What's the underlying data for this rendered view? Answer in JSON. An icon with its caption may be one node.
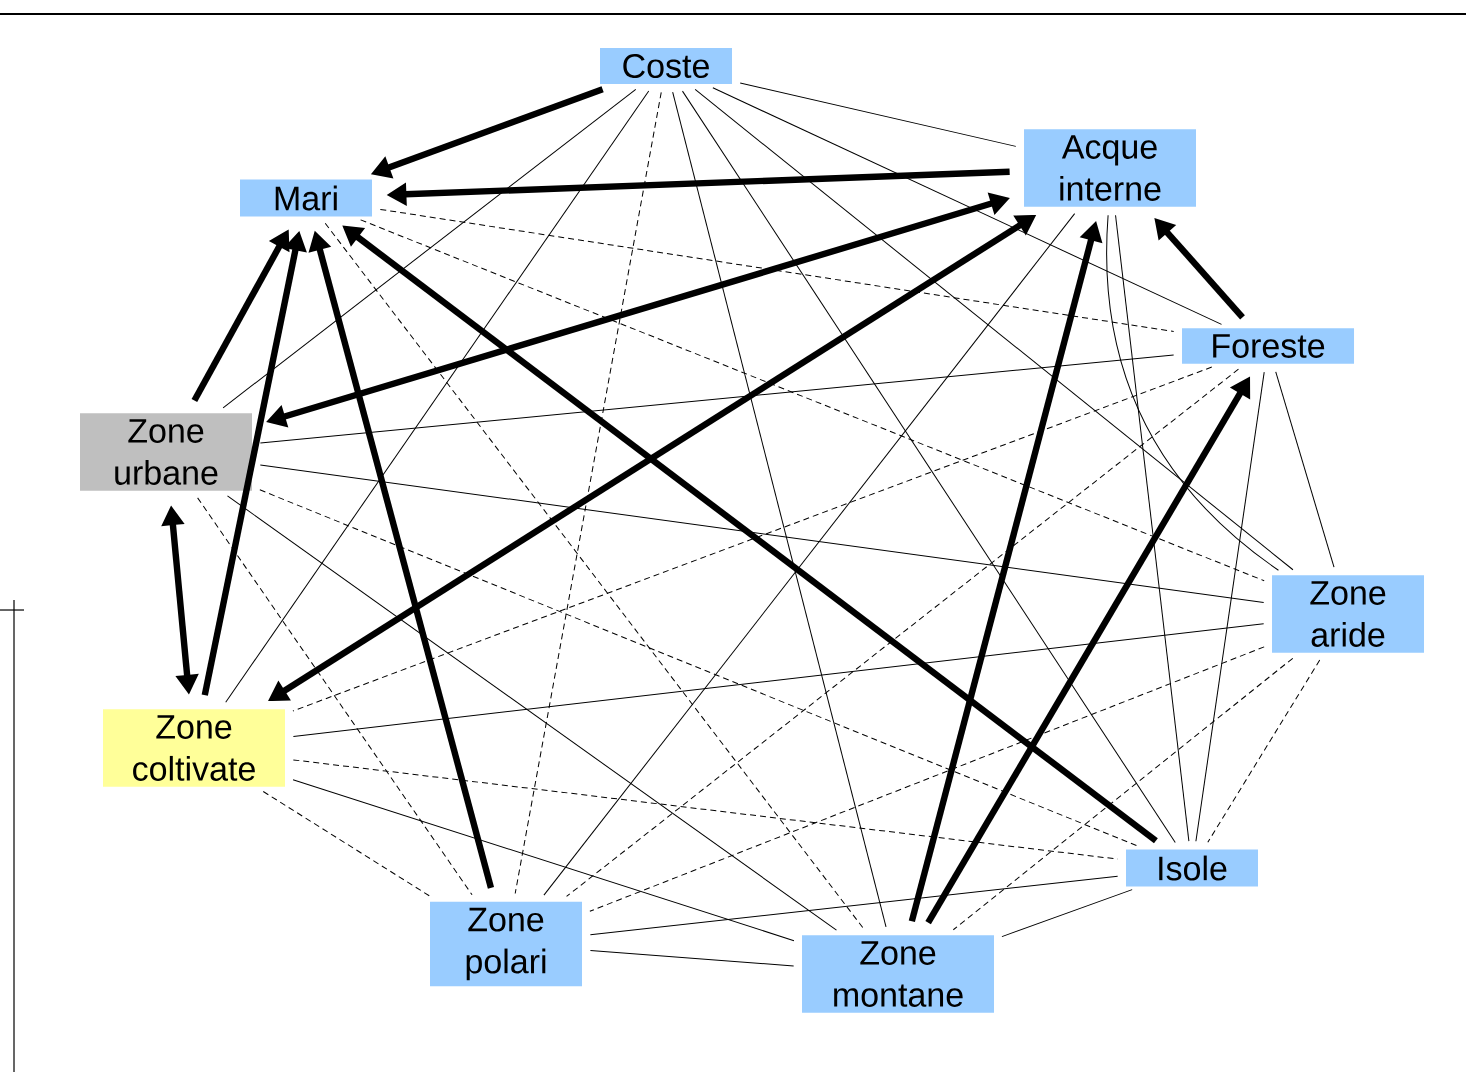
{
  "diagram": {
    "nodes": [
      {
        "text": [
          "Coste"
        ]
      },
      {
        "text": [
          "Mari"
        ]
      },
      {
        "text": [
          "Acque interne"
        ]
      },
      {
        "text": [
          "Foreste"
        ]
      },
      {
        "text": [
          "Zone urbane"
        ]
      },
      {
        "text": [
          "Zone aride"
        ]
      },
      {
        "text": [
          "Zone coltivate"
        ]
      },
      {
        "text": [
          "Isole"
        ]
      },
      {
        "text": [
          "Zone polari"
        ]
      },
      {
        "text": [
          "Zone montane"
        ]
      }
    ],
    "edges": [
      {
        "from": 0,
        "to": 1,
        "arrow": "to",
        "style": "thick"
      },
      {
        "from": 2,
        "to": 1,
        "arrow": "to",
        "style": "thick"
      },
      {
        "from": 3,
        "to": 2,
        "arrow": "to",
        "style": "thick"
      },
      {
        "from": 4,
        "to": 1,
        "arrow": "to",
        "style": "thick"
      },
      {
        "from": 4,
        "to": 2,
        "arrow": "both",
        "style": "thick"
      },
      {
        "from": 6,
        "to": 2,
        "arrow": "both",
        "style": "thick"
      },
      {
        "from": 4,
        "to": 6,
        "arrow": "both",
        "style": "thick"
      },
      {
        "from": 6,
        "to": 1,
        "arrow": "to",
        "style": "thick"
      },
      {
        "from": 8,
        "to": 1,
        "arrow": "to",
        "style": "thick"
      },
      {
        "from": 7,
        "to": 1,
        "arrow": "to",
        "style": "thick"
      },
      {
        "from": 9,
        "to": 2,
        "arrow": "to",
        "style": "thick"
      },
      {
        "from": 9,
        "to": 3,
        "arrow": "to",
        "style": "thick"
      },
      {
        "from": 0,
        "to": 2,
        "arrow": "none"
      },
      {
        "from": 0,
        "to": 3,
        "arrow": "none"
      },
      {
        "from": 0,
        "to": 4,
        "arrow": "none"
      },
      {
        "from": 0,
        "to": 5,
        "arrow": "none"
      },
      {
        "from": 0,
        "to": 6,
        "arrow": "none"
      },
      {
        "from": 0,
        "to": 7,
        "arrow": "none"
      },
      {
        "from": 0,
        "to": 8,
        "arrow": "none",
        "style": "dashed"
      },
      {
        "from": 0,
        "to": 9,
        "arrow": "none"
      },
      {
        "from": 1,
        "to": 3,
        "arrow": "none",
        "style": "dashed"
      },
      {
        "from": 1,
        "to": 5,
        "arrow": "none",
        "style": "dashed"
      },
      {
        "from": 1,
        "to": 9,
        "arrow": "none",
        "style": "dashed"
      },
      {
        "from": 2,
        "to": 5,
        "arrow": "none"
      },
      {
        "from": 2,
        "to": 7,
        "arrow": "none"
      },
      {
        "from": 2,
        "to": 8,
        "arrow": "none"
      },
      {
        "from": 3,
        "to": 4,
        "arrow": "none"
      },
      {
        "from": 3,
        "to": 5,
        "arrow": "none"
      },
      {
        "from": 3,
        "to": 6,
        "arrow": "none",
        "style": "dashed"
      },
      {
        "from": 3,
        "to": 7,
        "arrow": "none"
      },
      {
        "from": 3,
        "to": 8,
        "arrow": "none",
        "style": "dashed"
      },
      {
        "from": 4,
        "to": 5,
        "arrow": "none"
      },
      {
        "from": 4,
        "to": 7,
        "arrow": "none",
        "style": "dashed"
      },
      {
        "from": 4,
        "to": 8,
        "arrow": "none",
        "style": "dashed"
      },
      {
        "from": 4,
        "to": 9,
        "arrow": "none"
      },
      {
        "from": 5,
        "to": 6,
        "arrow": "none"
      },
      {
        "from": 5,
        "to": 7,
        "arrow": "none",
        "style": "dashed"
      },
      {
        "from": 5,
        "to": 8,
        "arrow": "none",
        "style": "dashed"
      },
      {
        "from": 5,
        "to": 9,
        "arrow": "none",
        "style": "dashed"
      },
      {
        "from": 6,
        "to": 7,
        "arrow": "none",
        "style": "dashed"
      },
      {
        "from": 6,
        "to": 8,
        "arrow": "none",
        "style": "dashed"
      },
      {
        "from": 6,
        "to": 9,
        "arrow": "none"
      },
      {
        "from": 7,
        "to": 8,
        "arrow": "none"
      },
      {
        "from": 7,
        "to": 9,
        "arrow": "none"
      },
      {
        "from": 8,
        "to": 9,
        "arrow": "none"
      }
    ]
  }
}
